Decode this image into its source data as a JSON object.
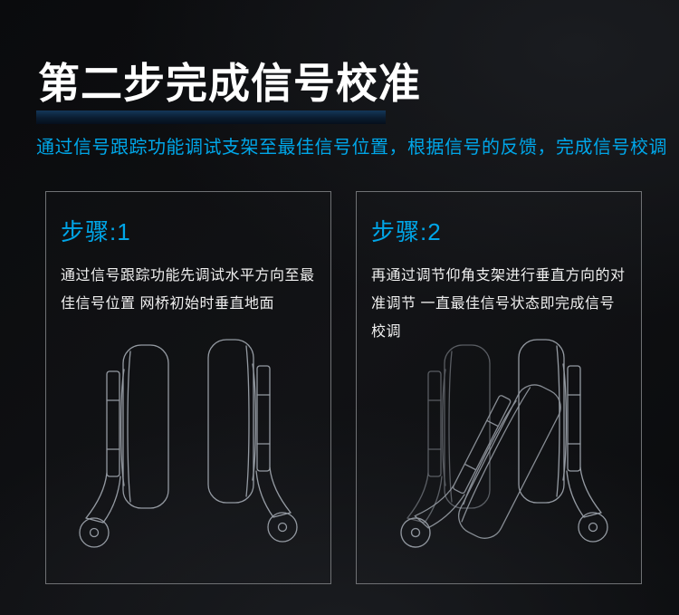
{
  "header": {
    "title": "第二步完成信号校准",
    "subtitle": "通过信号跟踪功能调试支架至最佳信号位置，根据信号的反馈，完成信号校调"
  },
  "steps": [
    {
      "label": "步骤:1",
      "text": "通过信号跟踪功能先调试水平方向至最佳信号位置 网桥初始时垂直地面"
    },
    {
      "label": "步骤:2",
      "text": "再通过调节仰角支架进行垂直方向的对准调节 一直最佳信号状态即完成信号校调"
    }
  ],
  "icons": {
    "step1_illustration": "two-wireless-bridge-devices-upright-facing-each-other",
    "step2_illustration": "left-wireless-bridge-tilted-for-elevation-alignment-right-upright"
  },
  "colors": {
    "accent_blue": "#00a6e8",
    "background_dark": "#0b0c0e",
    "panel_border": "#6f7174",
    "text_white": "#f0f0f0",
    "sketch_gray": "#949aa2",
    "title_bar_blue": "#14375a"
  }
}
